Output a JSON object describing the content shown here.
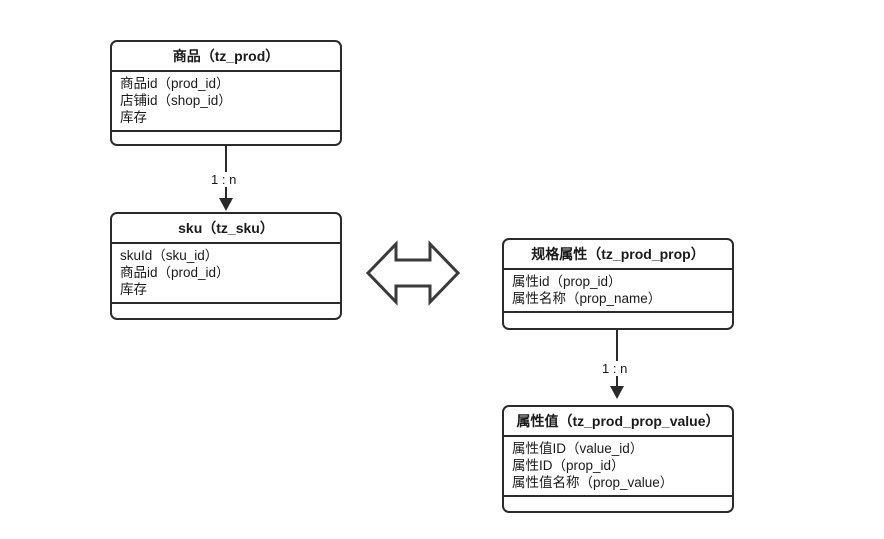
{
  "diagram": {
    "type": "er-class-diagram",
    "background": "#ffffff",
    "line_color": "#2b2b2b",
    "entities": [
      {
        "id": "tz_prod",
        "title": "商品（tz_prod）",
        "attributes": [
          "商品id（prod_id）",
          "店铺id（shop_id）",
          "库存"
        ],
        "operations": []
      },
      {
        "id": "tz_sku",
        "title": "sku（tz_sku）",
        "attributes": [
          "skuId（sku_id）",
          "商品id（prod_id）",
          "库存"
        ],
        "operations": []
      },
      {
        "id": "tz_prod_prop",
        "title": "规格属性（tz_prod_prop）",
        "attributes": [
          "属性id（prop_id）",
          "属性名称（prop_name）"
        ],
        "operations": []
      },
      {
        "id": "tz_prod_prop_value",
        "title": "属性值（tz_prod_prop_value）",
        "attributes": [
          "属性值ID（value_id）",
          "属性ID（prop_id）",
          "属性值名称（prop_value）"
        ],
        "operations": []
      }
    ],
    "relations": [
      {
        "id": "rel-prod-sku",
        "from": "tz_prod",
        "to": "tz_sku",
        "label": "1 : n",
        "style": "arrow-down"
      },
      {
        "id": "rel-prop-value",
        "from": "tz_prod_prop",
        "to": "tz_prod_prop_value",
        "label": "1 : n",
        "style": "arrow-down"
      }
    ],
    "decorations": [
      {
        "id": "double-arrow",
        "kind": "left-right-arrow"
      }
    ]
  }
}
